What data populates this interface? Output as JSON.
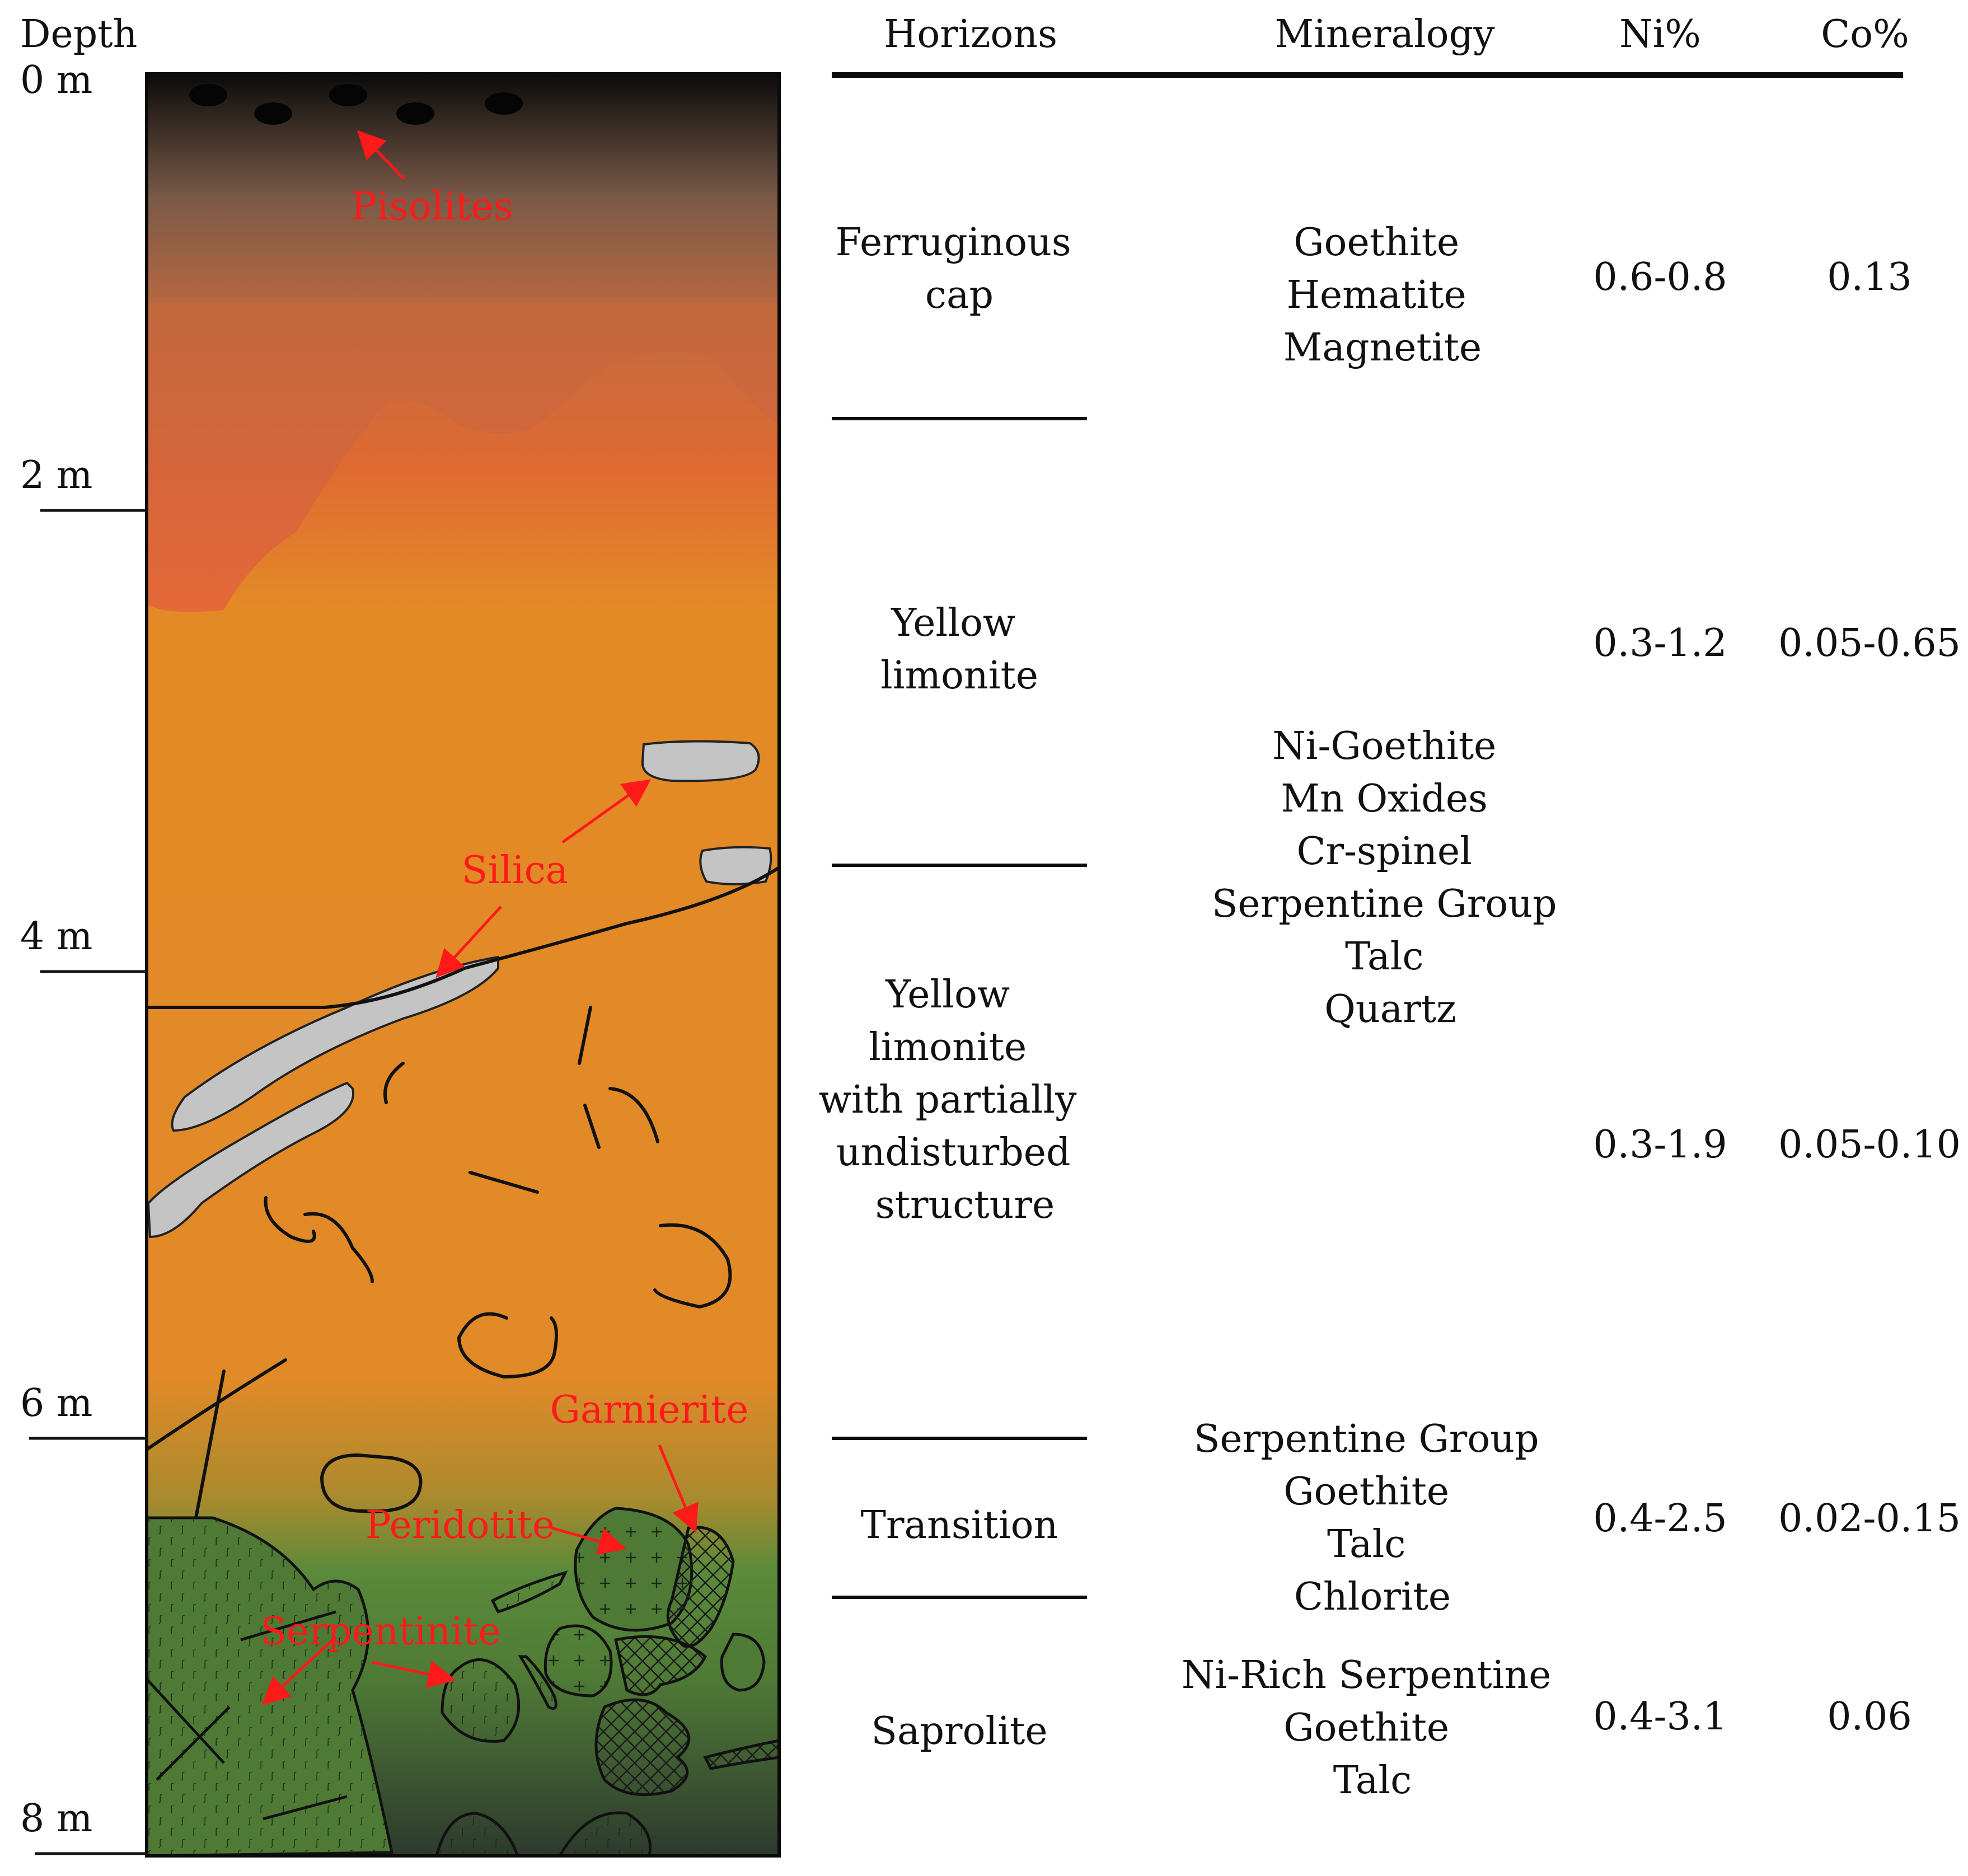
{
  "depth_axis": {
    "title": "Depth",
    "ticks": [
      {
        "label": "0 m",
        "depth_m": 0
      },
      {
        "label": "2 m",
        "depth_m": 2
      },
      {
        "label": "4 m",
        "depth_m": 4
      },
      {
        "label": "6 m",
        "depth_m": 6
      },
      {
        "label": "8 m",
        "depth_m": 8
      }
    ]
  },
  "columns": {
    "horizons": "Horizons",
    "mineralogy": "Mineralogy",
    "ni": "Ni%",
    "co": "Co%"
  },
  "horizons": [
    {
      "name_lines": [
        "Ferruginous",
        "cap"
      ]
    },
    {
      "name_lines": [
        "Yellow",
        "limonite"
      ]
    },
    {
      "name_lines": [
        "Yellow",
        "limonite",
        "with partially",
        "undisturbed",
        "structure"
      ]
    },
    {
      "name_lines": [
        "Transition"
      ]
    },
    {
      "name_lines": [
        "Saprolite"
      ]
    }
  ],
  "mineralogy_groups": [
    {
      "lines": [
        "Goethite",
        "Hematite",
        "Magnetite"
      ]
    },
    {
      "lines": [
        "Ni-Goethite",
        "Mn Oxides",
        "Cr-spinel",
        "Serpentine Group",
        "Talc",
        "Quartz"
      ]
    },
    {
      "lines": [
        "Serpentine Group",
        "Goethite",
        "Talc",
        "Chlorite"
      ]
    },
    {
      "lines": [
        "Ni-Rich Serpentine",
        "Goethite",
        "Talc"
      ]
    }
  ],
  "grades": [
    {
      "ni": "0.6-0.8",
      "co": "0.13"
    },
    {
      "ni": "0.3-1.2",
      "co": "0.05-0.65"
    },
    {
      "ni": "0.3-1.9",
      "co": "0.05-0.10"
    },
    {
      "ni": "0.4-2.5",
      "co": "0.02-0.15"
    },
    {
      "ni": "0.4-3.1",
      "co": "0.06"
    }
  ],
  "annotations": {
    "pisolites": "Pisolites",
    "silica": "Silica",
    "garnierite": "Garnierite",
    "peridotite": "Peridotite",
    "serpentinite": "Serpentinite"
  },
  "colors": {
    "annotation": "#ff1a1a",
    "ferruginous_cap": "#e06a33",
    "limonite": "#e38a26",
    "saprolite": "#5a8a3a",
    "silica": "#c4c4c4",
    "bottom": "#2d3a2d"
  }
}
